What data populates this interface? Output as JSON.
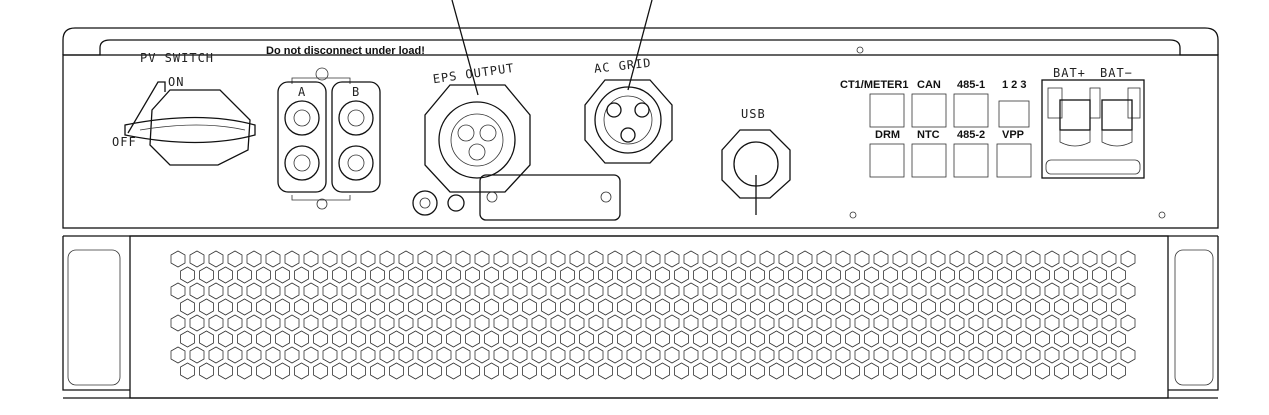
{
  "labels": {
    "pv_switch": "PV SWITCH",
    "on": "ON",
    "off": "OFF",
    "warning": "Do not disconnect under load!",
    "port_a": "A",
    "port_b": "B",
    "eps_output": "EPS OUTPUT",
    "ac_grid": "AC GRID",
    "usb": "USB",
    "ct1_meter1": "CT1/METER1",
    "can": "CAN",
    "rs485_1": "485-1",
    "dip_123": "1 2 3",
    "drm": "DRM",
    "ntc": "NTC",
    "rs485_2": "485-2",
    "vpp": "VPP",
    "bat_plus": "BAT+",
    "bat_minus": "BAT−"
  },
  "colors": {
    "line": "#111111",
    "background": "#ffffff"
  }
}
